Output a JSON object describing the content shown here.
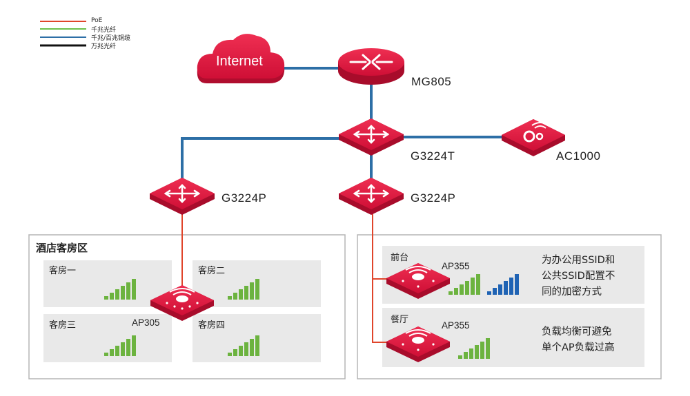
{
  "legend": [
    {
      "label": "PoE",
      "color": "#e0452b"
    },
    {
      "label": "千兆光纤",
      "color": "#6cc04a"
    },
    {
      "label": "千兆/百兆铜缆",
      "color": "#2d6fa6"
    },
    {
      "label": "万兆光纤",
      "color": "#111111"
    }
  ],
  "nodes": {
    "internet": {
      "label": "Internet",
      "icon": "cloud-icon"
    },
    "mg805": {
      "label": "MG805",
      "icon": "router-icon"
    },
    "g3224t": {
      "label": "G3224T",
      "icon": "switch-icon"
    },
    "ac1000": {
      "label": "AC1000",
      "icon": "controller-icon"
    },
    "g3224p_left": {
      "label": "G3224P",
      "icon": "switch-icon"
    },
    "g3224p_right": {
      "label": "G3224P",
      "icon": "switch-icon"
    },
    "ap305": {
      "label": "AP305",
      "icon": "ap-icon"
    },
    "ap355_front": {
      "label": "AP355",
      "icon": "ap-icon"
    },
    "ap355_dining": {
      "label": "AP355",
      "icon": "ap-icon"
    }
  },
  "zones": {
    "hotel": {
      "title": "酒店客房区",
      "rooms": [
        "客房一",
        "客房二",
        "客房三",
        "客房四"
      ]
    },
    "public": {
      "areas": [
        {
          "label": "前台",
          "description": "为办公用SSID和\n公共SSID配置不\n同的加密方式"
        },
        {
          "label": "餐厅",
          "description": "负载均衡可避免\n单个AP负载过高"
        }
      ]
    }
  },
  "colors": {
    "device_red": "#d6143c",
    "signal_green": "#6cb33f",
    "signal_blue": "#1f63b4",
    "room_bg": "#e9e9e9",
    "zone_border": "#b5b5b5"
  }
}
